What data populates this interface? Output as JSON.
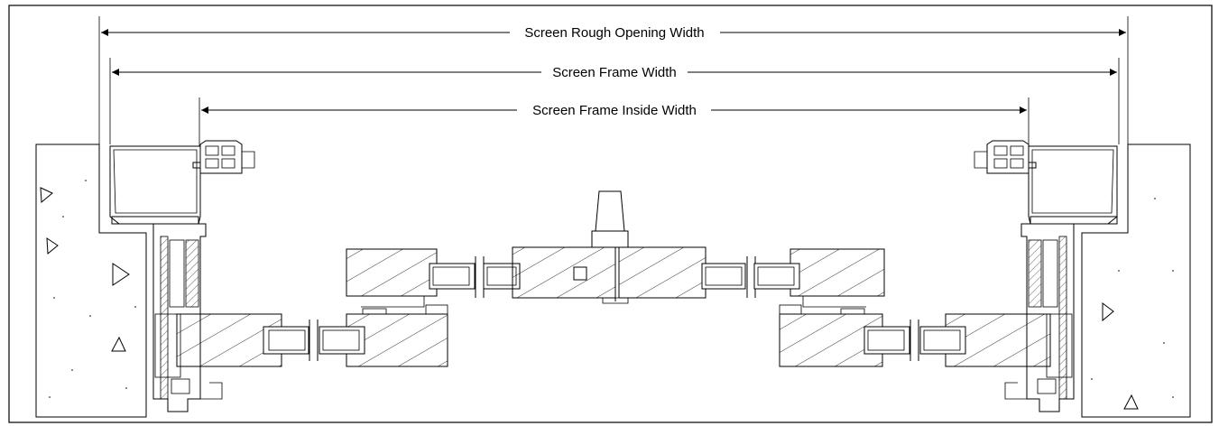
{
  "dimensions": [
    {
      "label": "Screen Rough Opening Width"
    },
    {
      "label": "Screen Frame Width"
    },
    {
      "label": "Screen Frame Inside Width"
    }
  ],
  "colors": {
    "line": "#000000",
    "background": "#ffffff"
  }
}
